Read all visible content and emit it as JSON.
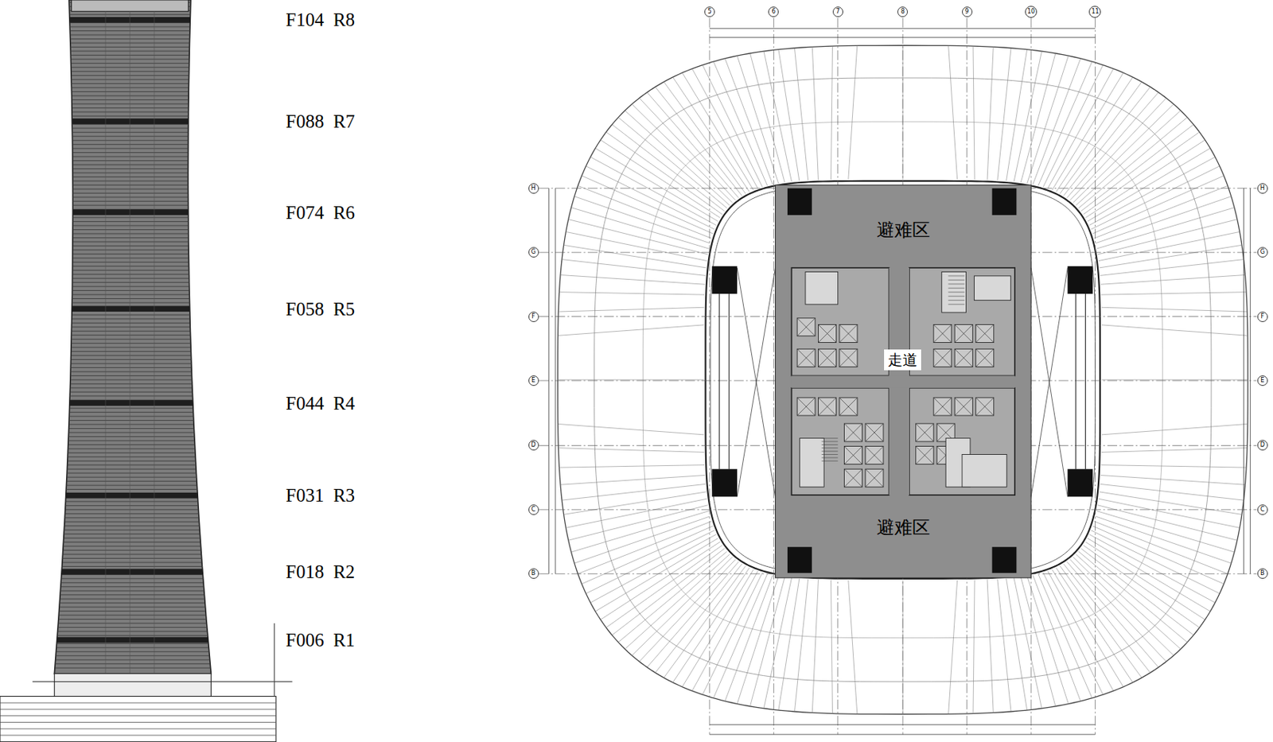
{
  "diagram": {
    "nodes": [
      {
        "text": [
          "5"
        ]
      },
      {
        "text": [
          "6"
        ]
      },
      {
        "text": [
          "7"
        ]
      },
      {
        "text": [
          "8"
        ]
      },
      {
        "text": [
          "9"
        ]
      },
      {
        "text": [
          "10"
        ]
      },
      {
        "text": [
          "11"
        ]
      },
      {
        "text": [
          "H"
        ]
      },
      {
        "text": [
          "G"
        ]
      },
      {
        "text": [
          "F"
        ]
      },
      {
        "text": [
          "E"
        ]
      },
      {
        "text": [
          "D"
        ]
      },
      {
        "text": [
          "C"
        ]
      },
      {
        "text": [
          "B"
        ]
      },
      {
        "text": [
          "H"
        ]
      },
      {
        "text": [
          "G"
        ]
      },
      {
        "text": [
          "F"
        ]
      },
      {
        "text": [
          "E"
        ]
      },
      {
        "text": [
          "D"
        ]
      },
      {
        "text": [
          "C"
        ]
      },
      {
        "text": [
          "B"
        ]
      },
      {
        "text": [
          "避难区",
          "避难区"
        ]
      },
      {
        "text": [
          "走道"
        ],
        "in": 21
      }
    ],
    "labels": [
      "F104  R8",
      "F088  R7",
      "F074  R6",
      "F058  R5",
      "F044  R4",
      "F031  R3",
      "F018  R2",
      "F006  R1"
    ]
  }
}
